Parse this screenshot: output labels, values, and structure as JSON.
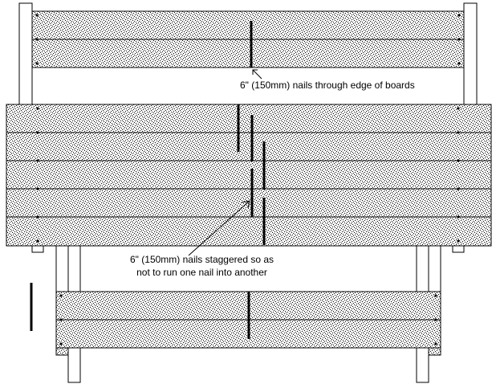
{
  "annotations": {
    "edge_nails": "6\" (150mm) nails through edge of boards",
    "staggered_nails_line1": "6\" (150mm) nails staggered so as",
    "staggered_nails_line2": "not to run one nail into another"
  },
  "colors": {
    "ink": "#000000",
    "background": "#ffffff"
  }
}
